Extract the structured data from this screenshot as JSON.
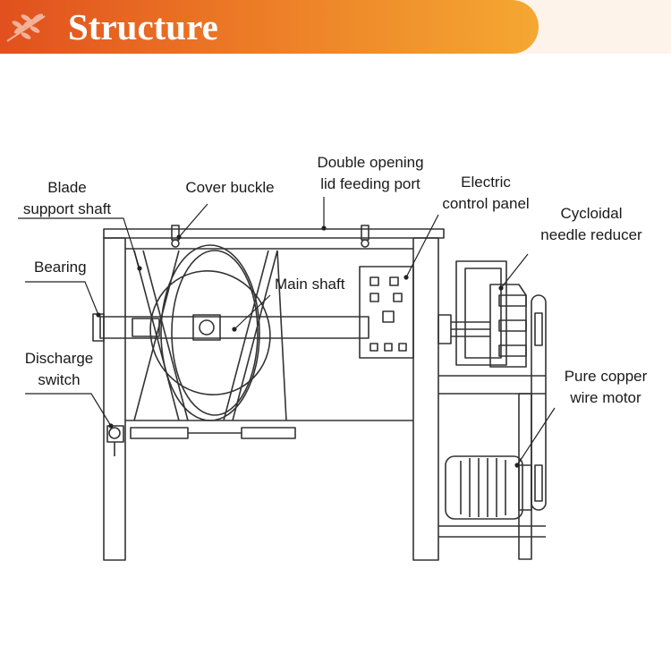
{
  "banner": {
    "title": "Structure",
    "logo_icon": "wheat-icon",
    "accent": "#e9622a"
  },
  "labels": {
    "blade_line1": "Blade",
    "blade_line2": "support shaft",
    "cover_buckle": "Cover buckle",
    "feeding_line1": "Double opening",
    "feeding_line2": "lid feeding port",
    "panel_line1": "Electric",
    "panel_line2": "control panel",
    "reducer_line1": "Cycloidal",
    "reducer_line2": "needle reducer",
    "bearing": "Bearing",
    "main_shaft": "Main shaft",
    "discharge_line1": "Discharge",
    "discharge_line2": "switch",
    "motor_line1": "Pure copper",
    "motor_line2": "wire motor"
  }
}
